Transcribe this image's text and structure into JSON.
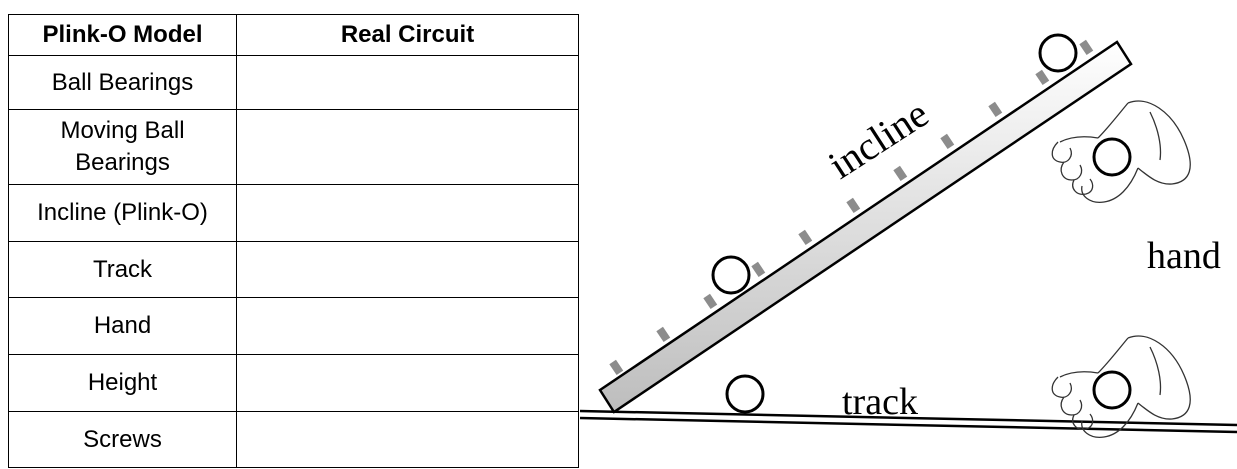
{
  "table": {
    "headers": [
      "Plink-O Model",
      "Real Circuit"
    ],
    "rows": [
      {
        "model": "Ball Bearings",
        "circuit": ""
      },
      {
        "model": "Moving Ball Bearings",
        "circuit": ""
      },
      {
        "model": "Incline (Plink-O)",
        "circuit": ""
      },
      {
        "model": "Track",
        "circuit": ""
      },
      {
        "model": "Hand",
        "circuit": ""
      },
      {
        "model": "Height",
        "circuit": ""
      },
      {
        "model": "Screws",
        "circuit": ""
      }
    ]
  },
  "diagram": {
    "labels": {
      "incline": "incline",
      "track": "track",
      "hand": "hand"
    },
    "colors": {
      "incline_fill_light": "#ffffff",
      "incline_fill_dark": "#bdbdbd",
      "screw": "#8c8c8c",
      "stroke": "#000000"
    }
  }
}
